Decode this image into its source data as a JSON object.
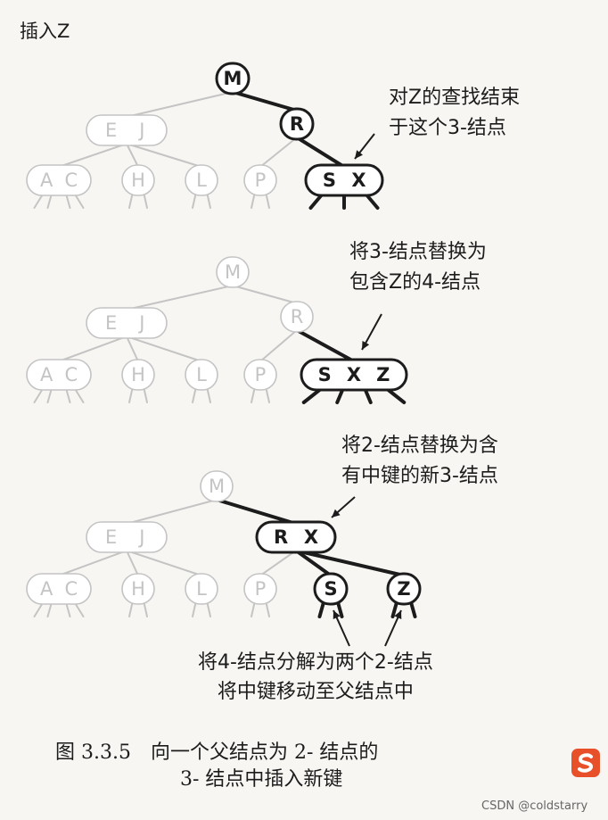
{
  "title": "插入Z",
  "diagrams": [
    {
      "nodes": [
        {
          "id": "M",
          "keys": [
            "M"
          ],
          "faded": false,
          "bold": true
        },
        {
          "id": "EJ",
          "keys": [
            "E",
            "J"
          ],
          "faded": true,
          "bold": false
        },
        {
          "id": "R",
          "keys": [
            "R"
          ],
          "faded": false,
          "bold": true
        },
        {
          "id": "AC",
          "keys": [
            "A",
            "C"
          ],
          "faded": true,
          "bold": false
        },
        {
          "id": "H",
          "keys": [
            "H"
          ],
          "faded": true,
          "bold": false
        },
        {
          "id": "L",
          "keys": [
            "L"
          ],
          "faded": true,
          "bold": false
        },
        {
          "id": "P",
          "keys": [
            "P"
          ],
          "faded": true,
          "bold": false
        },
        {
          "id": "SX",
          "keys": [
            "S",
            "X"
          ],
          "faded": false,
          "bold": true
        }
      ],
      "note": [
        "对Z的查找结束",
        "于这个3-结点"
      ]
    },
    {
      "nodes": [
        {
          "id": "M",
          "keys": [
            "M"
          ],
          "faded": true,
          "bold": false
        },
        {
          "id": "EJ",
          "keys": [
            "E",
            "J"
          ],
          "faded": true,
          "bold": false
        },
        {
          "id": "R",
          "keys": [
            "R"
          ],
          "faded": true,
          "bold": false
        },
        {
          "id": "AC",
          "keys": [
            "A",
            "C"
          ],
          "faded": true,
          "bold": false
        },
        {
          "id": "H",
          "keys": [
            "H"
          ],
          "faded": true,
          "bold": false
        },
        {
          "id": "L",
          "keys": [
            "L"
          ],
          "faded": true,
          "bold": false
        },
        {
          "id": "P",
          "keys": [
            "P"
          ],
          "faded": true,
          "bold": false
        },
        {
          "id": "SXZ",
          "keys": [
            "S",
            "X",
            "Z"
          ],
          "faded": false,
          "bold": true
        }
      ],
      "note": [
        "将3-结点替换为",
        "包含Z的4-结点"
      ]
    },
    {
      "nodes": [
        {
          "id": "M",
          "keys": [
            "M"
          ],
          "faded": true,
          "bold": false
        },
        {
          "id": "EJ",
          "keys": [
            "E",
            "J"
          ],
          "faded": true,
          "bold": false
        },
        {
          "id": "RX",
          "keys": [
            "R",
            "X"
          ],
          "faded": false,
          "bold": true
        },
        {
          "id": "AC",
          "keys": [
            "A",
            "C"
          ],
          "faded": true,
          "bold": false
        },
        {
          "id": "H",
          "keys": [
            "H"
          ],
          "faded": true,
          "bold": false
        },
        {
          "id": "L",
          "keys": [
            "L"
          ],
          "faded": true,
          "bold": false
        },
        {
          "id": "P",
          "keys": [
            "P"
          ],
          "faded": true,
          "bold": false
        },
        {
          "id": "S",
          "keys": [
            "S"
          ],
          "faded": false,
          "bold": true
        },
        {
          "id": "Z",
          "keys": [
            "Z"
          ],
          "faded": false,
          "bold": true
        }
      ],
      "note": [
        "将2-结点替换为含",
        "有中键的新3-结点"
      ]
    }
  ],
  "bottom_note": [
    "将4-结点分解为两个2-结点",
    "将中键移动至父结点中"
  ],
  "caption": [
    "图 3.3.5　向一个父结点为 2- 结点的",
    "3- 结点中插入新键"
  ],
  "credit": "CSDN @coldstarry",
  "colors": {
    "ink": "#1c1c1c",
    "faded": "#c4c4c4",
    "fill": "#ffffff",
    "paper": "#f7f6f3",
    "brand": "#e8502a"
  },
  "icons": {
    "brand": "sogou-logo-icon"
  }
}
